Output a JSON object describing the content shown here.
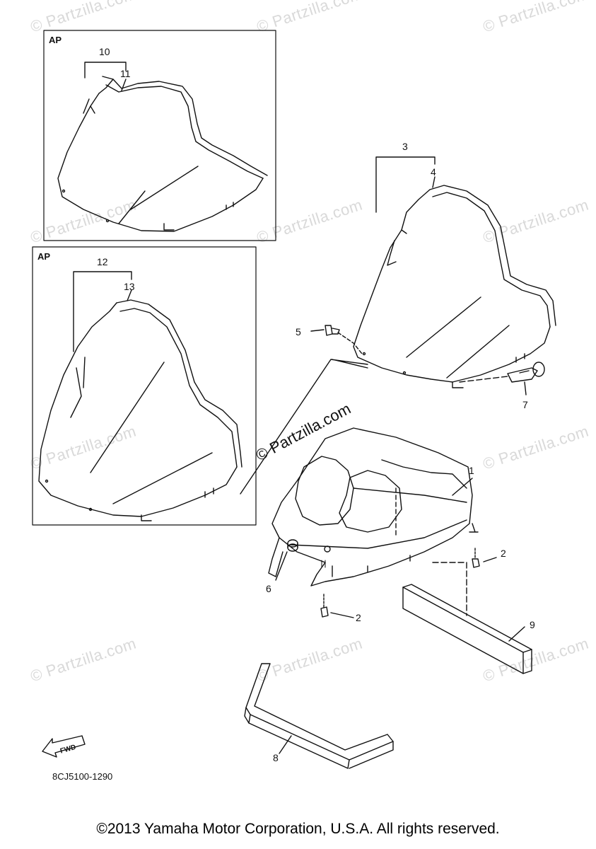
{
  "watermark": {
    "text": "© Partzilla.com",
    "main_text": "© Partzilla.com"
  },
  "panels": {
    "top_tag": "AP",
    "bottom_tag": "AP"
  },
  "callouts": {
    "c1": "1",
    "c2a": "2",
    "c2b": "2",
    "c3": "3",
    "c4": "4",
    "c5": "5",
    "c6": "6",
    "c7": "7",
    "c8": "8",
    "c9": "9",
    "c10": "10",
    "c11": "11",
    "c12": "12",
    "c13": "13"
  },
  "fwd_label": "FWD",
  "diagram_code": "8CJ5100-1290",
  "copyright": "©2013 Yamaha Motor Corporation, U.S.A. All rights reserved."
}
